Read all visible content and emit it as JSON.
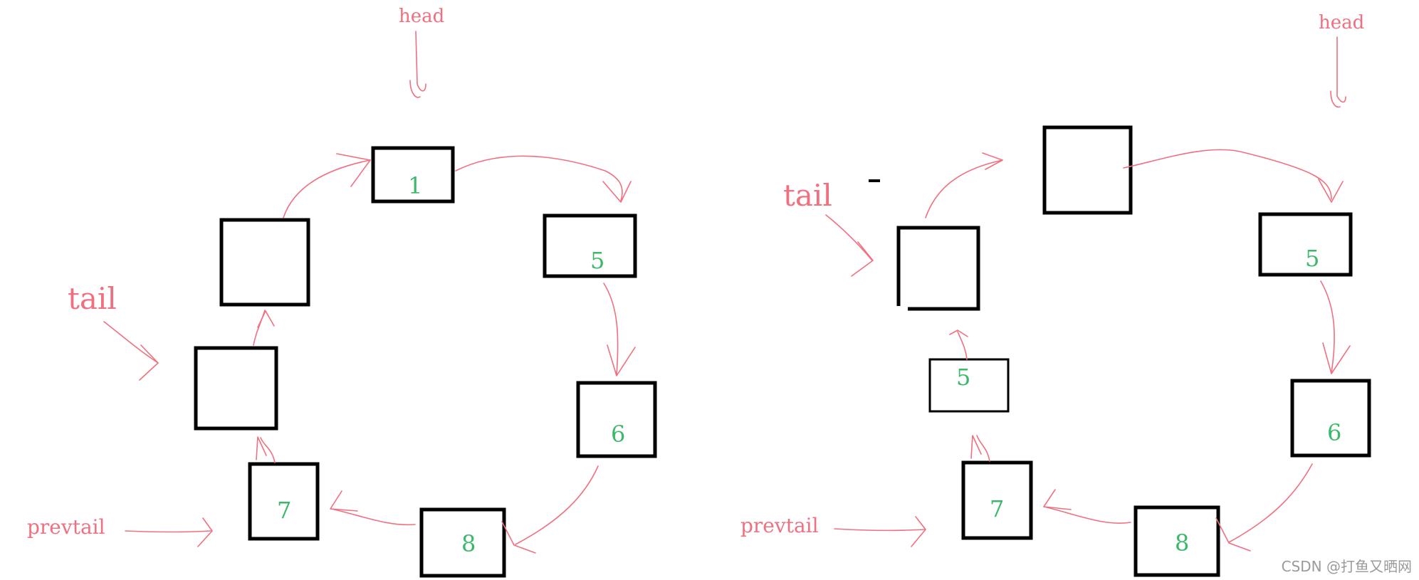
{
  "diagrams": [
    {
      "nodes": [
        {
          "id": "top",
          "value": "1"
        },
        {
          "id": "right-upper",
          "value": "5"
        },
        {
          "id": "right-lower",
          "value": "6"
        },
        {
          "id": "bottom",
          "value": "8"
        },
        {
          "id": "left-bottom",
          "value": "7"
        },
        {
          "id": "left-middle",
          "value": ""
        },
        {
          "id": "left-upper",
          "value": ""
        }
      ],
      "pointers": {
        "head": "head",
        "tail": "tail",
        "prevtail": "prevtail"
      }
    },
    {
      "nodes": [
        {
          "id": "top",
          "value": ""
        },
        {
          "id": "right-upper",
          "value": "5"
        },
        {
          "id": "right-lower",
          "value": "6"
        },
        {
          "id": "bottom",
          "value": "8"
        },
        {
          "id": "left-bottom",
          "value": "7"
        },
        {
          "id": "left-middle",
          "value": "5"
        },
        {
          "id": "left-upper",
          "value": ""
        }
      ],
      "pointers": {
        "head": "head",
        "tail": "tail",
        "prevtail": "prevtail"
      }
    }
  ],
  "watermark": "CSDN @打鱼又晒网",
  "colors": {
    "node_border": "#000000",
    "node_value": "#3cb86a",
    "pointer": "#f07080"
  }
}
